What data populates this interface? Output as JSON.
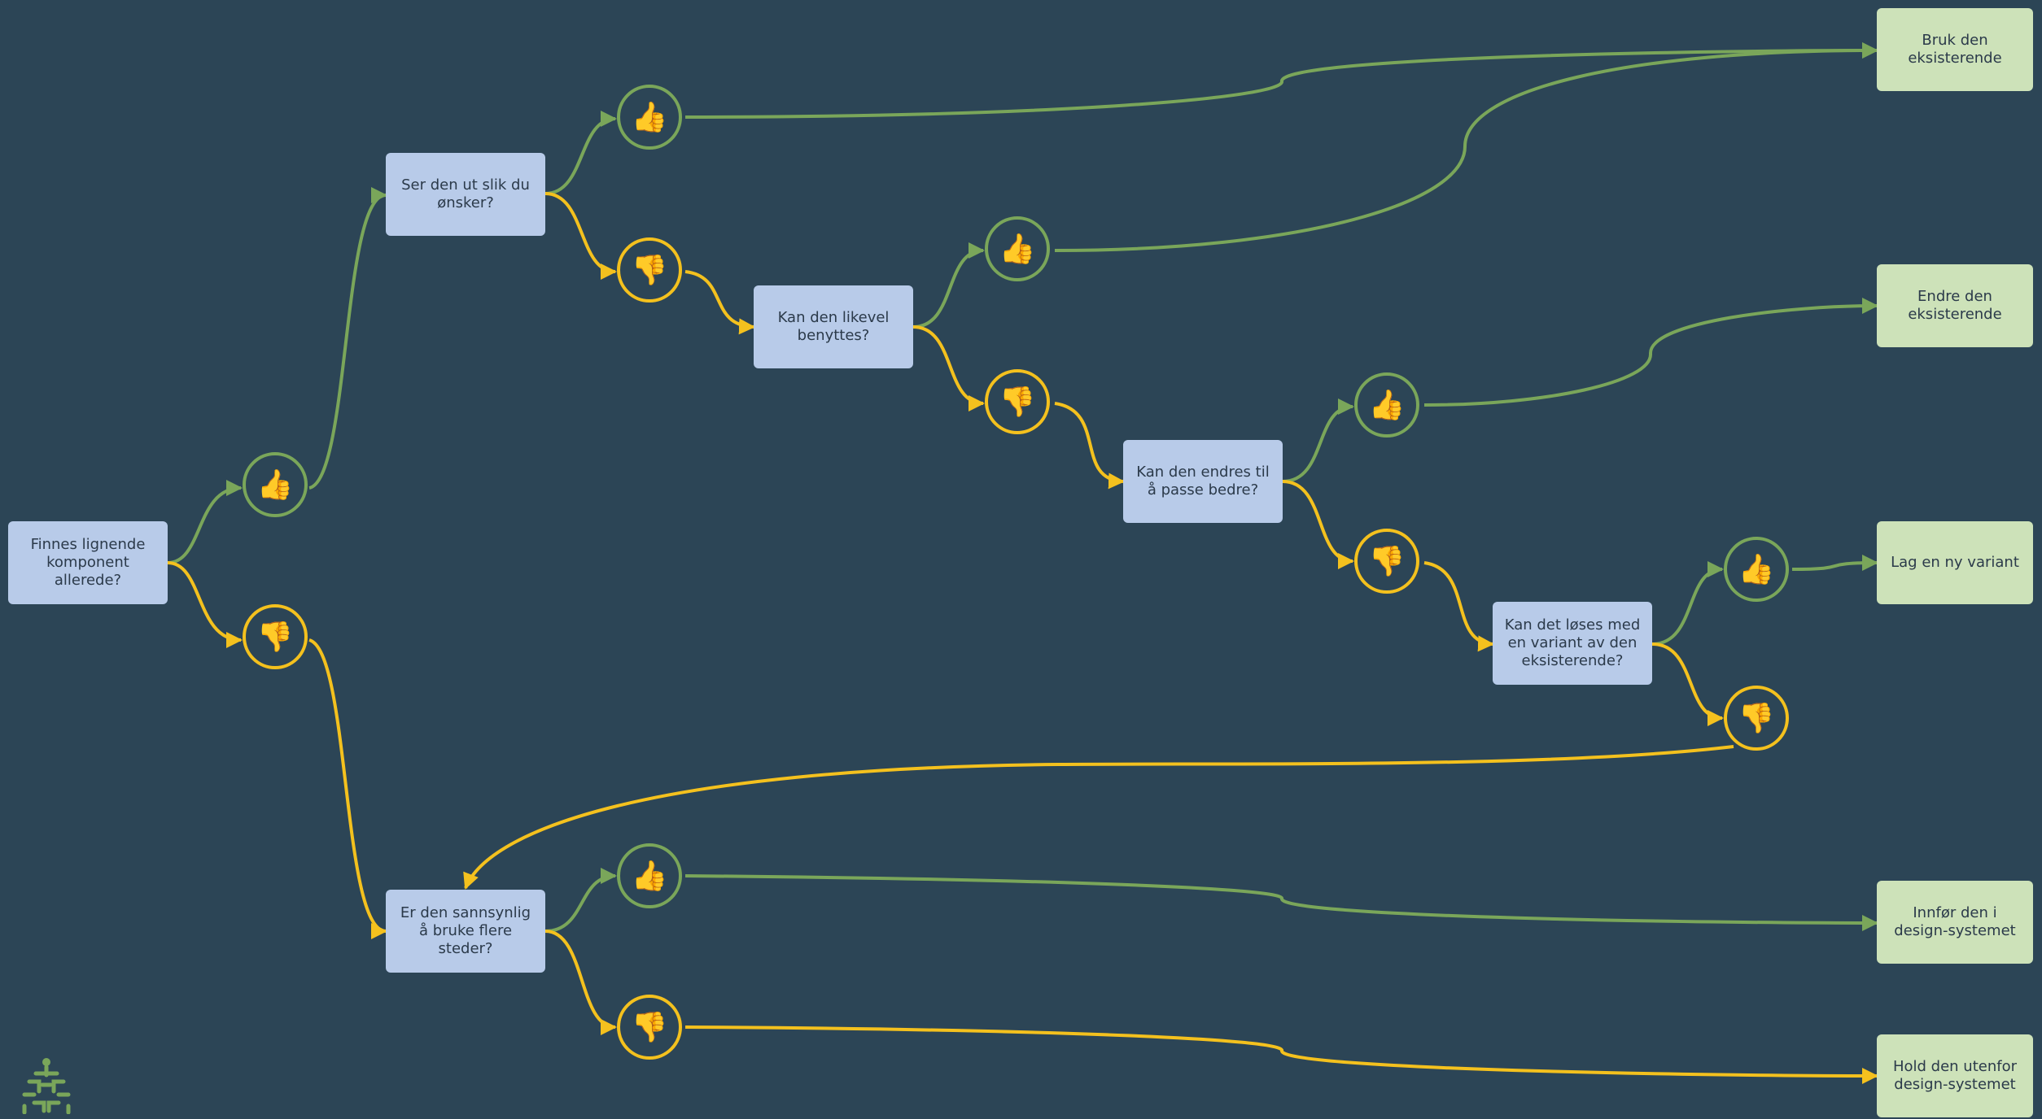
{
  "colors": {
    "background": "#2c4556",
    "yes": "#7aa65a",
    "no": "#f4c11e",
    "question": "#b8cbe9",
    "outcome": "#cde2b9"
  },
  "questions": {
    "q1": "Finnes lignende\nkomponent\nallerede?",
    "q2": "Ser den ut slik du\nønsker?",
    "q3": "Kan den likevel\nbenyttes?",
    "q4": "Kan den endres til\nå passe bedre?",
    "q5": "Kan det løses med\nen variant av den\neksisterende?",
    "q6": "Er den sannsynlig\nå bruke flere\nsteder?"
  },
  "outcomes": {
    "o1": "Bruk den\neksisterende",
    "o2": "Endre den\neksisterende",
    "o3": "Lag en ny variant",
    "o4": "Innfør den i\ndesign-systemet",
    "o5": "Hold den utenfor\ndesign-systemet"
  },
  "icons": {
    "yes": "thumbs-up-icon",
    "no": "thumbs-down-icon",
    "logo": "design-system-logo"
  }
}
